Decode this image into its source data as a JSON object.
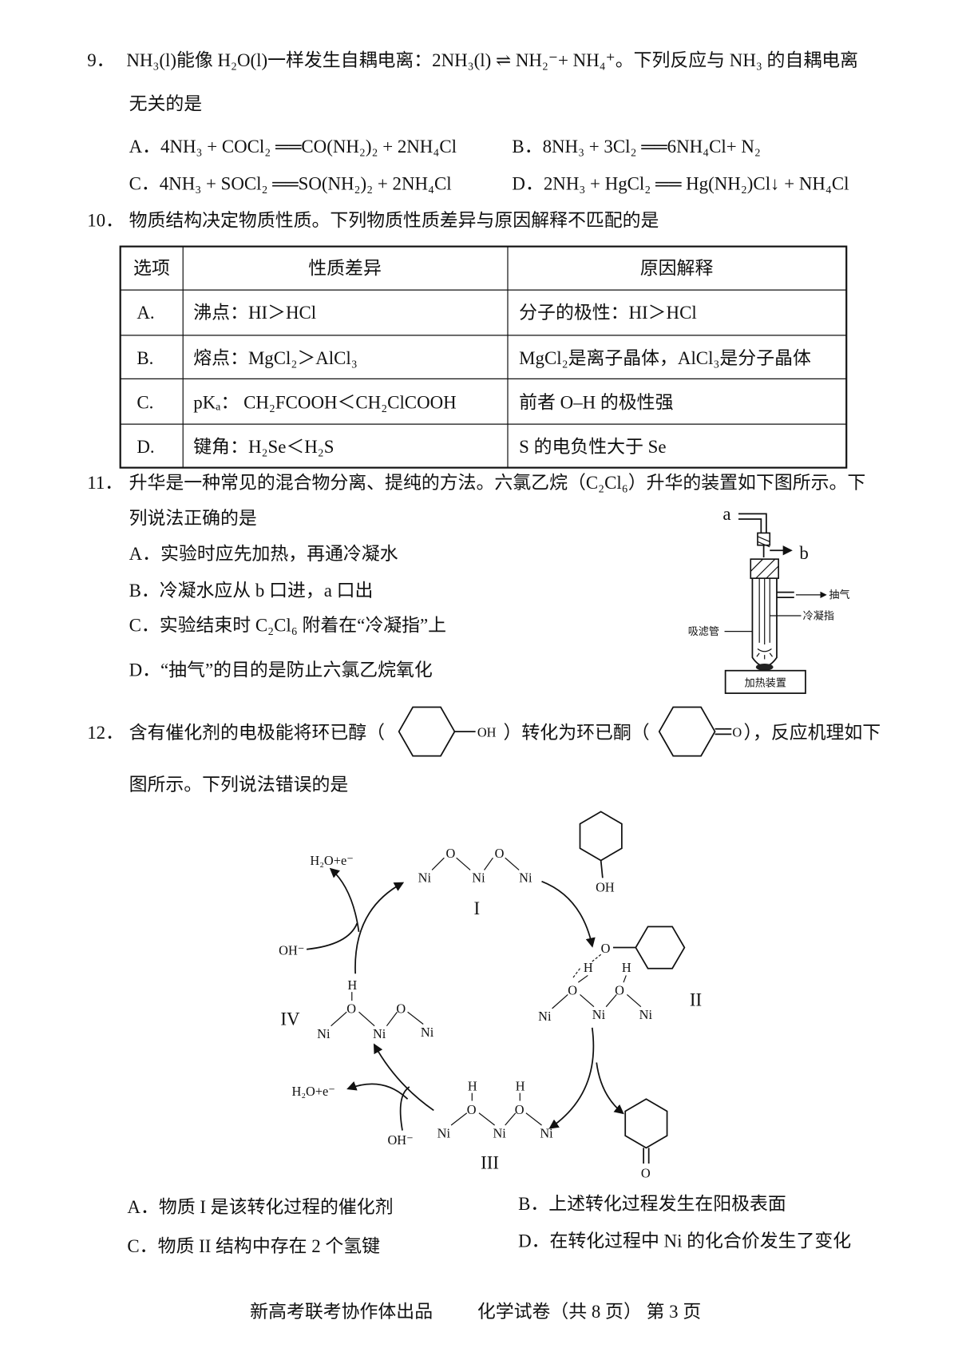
{
  "q9": {
    "number": "9．",
    "stem_line1": "NH₃(l)能像 H₂O(l)一样发生自耦电离：2NH₃(l) ⇌ NH₂⁻+ NH₄⁺。下列反应与 NH₃ 的自耦电离",
    "stem_line2": "无关的是",
    "options": [
      "A．4NH₃ + COCl₂ ══CO(NH₂)₂ + 2NH₄Cl",
      "B．8NH₃ + 3Cl₂ ══6NH₄Cl+ N₂",
      "C．4NH₃ + SOCl₂ ══SO(NH₂)₂ + 2NH₄Cl",
      "D．2NH₃ + HgCl₂ ══ Hg(NH₂)Cl↓ + NH₄Cl"
    ]
  },
  "q10": {
    "number": "10．",
    "stem": "物质结构决定物质性质。下列物质性质差异与原因解释不匹配的是",
    "headers": [
      "选项",
      "性质差异",
      "原因解释"
    ],
    "rows": [
      [
        "A.",
        "沸点：HI＞HCl",
        "分子的极性：HI＞HCl"
      ],
      [
        "B.",
        "熔点：MgCl₂＞AlCl₃",
        "MgCl₂是离子晶体，AlCl₃是分子晶体"
      ],
      [
        "C.",
        "pKₐ：  CH₂FCOOH＜CH₂ClCOOH",
        "前者 O–H 的极性强"
      ],
      [
        "D.",
        "键角：H₂Se＜H₂S",
        "S 的电负性大于 Se"
      ]
    ]
  },
  "q11": {
    "number": "11．",
    "stem_line1": "升华是一种常见的混合物分离、提纯的方法。六氯乙烷（C₂Cl₆）升华的装置如下图所示。下",
    "stem_line2": "列说法正确的是",
    "options": [
      "A．实验时应先加热，再通冷凝水",
      "B．冷凝水应从 b 口进，a 口出",
      "C．实验结束时 C₂Cl₆ 附着在“冷凝指”上",
      "D．“抽气”的目的是防止六氯乙烷氧化"
    ],
    "apparatus": {
      "label_a": "a",
      "label_b": "b",
      "label_pump": "抽气",
      "label_cold_finger": "冷凝指",
      "label_tube": "吸滤管",
      "label_heater": "加热装置"
    }
  },
  "q12": {
    "number": "12．",
    "stem_part1": "含有催化剂的电极能将环已醇（",
    "stem_oh": "OH",
    "stem_part2": "）转化为环已酮（",
    "stem_o": "O",
    "stem_part3": "），反应机理如下",
    "stem_line2": "图所示。下列说法错误的是",
    "mechanism": {
      "h2o_e_top": "H₂O+e⁻",
      "oh_left": "OH⁻",
      "h2o_e_bottom": "H₂O+e⁻",
      "oh_bottom": "OH⁻",
      "ni": "Ni",
      "o": "O",
      "h": "H",
      "oh": "OH",
      "label_I": "I",
      "label_II": "II",
      "label_III": "III",
      "label_IV": "IV"
    },
    "options": [
      "A．物质 I 是该转化过程的催化剂",
      "B．上述转化过程发生在阳极表面",
      "C．物质 II 结构中存在 2 个氢键",
      "D．在转化过程中 Ni 的化合价发生了变化"
    ]
  },
  "footer": {
    "publisher": "新高考联考协作体出品",
    "paper": "化学试卷（共 8 页） 第 3 页"
  }
}
